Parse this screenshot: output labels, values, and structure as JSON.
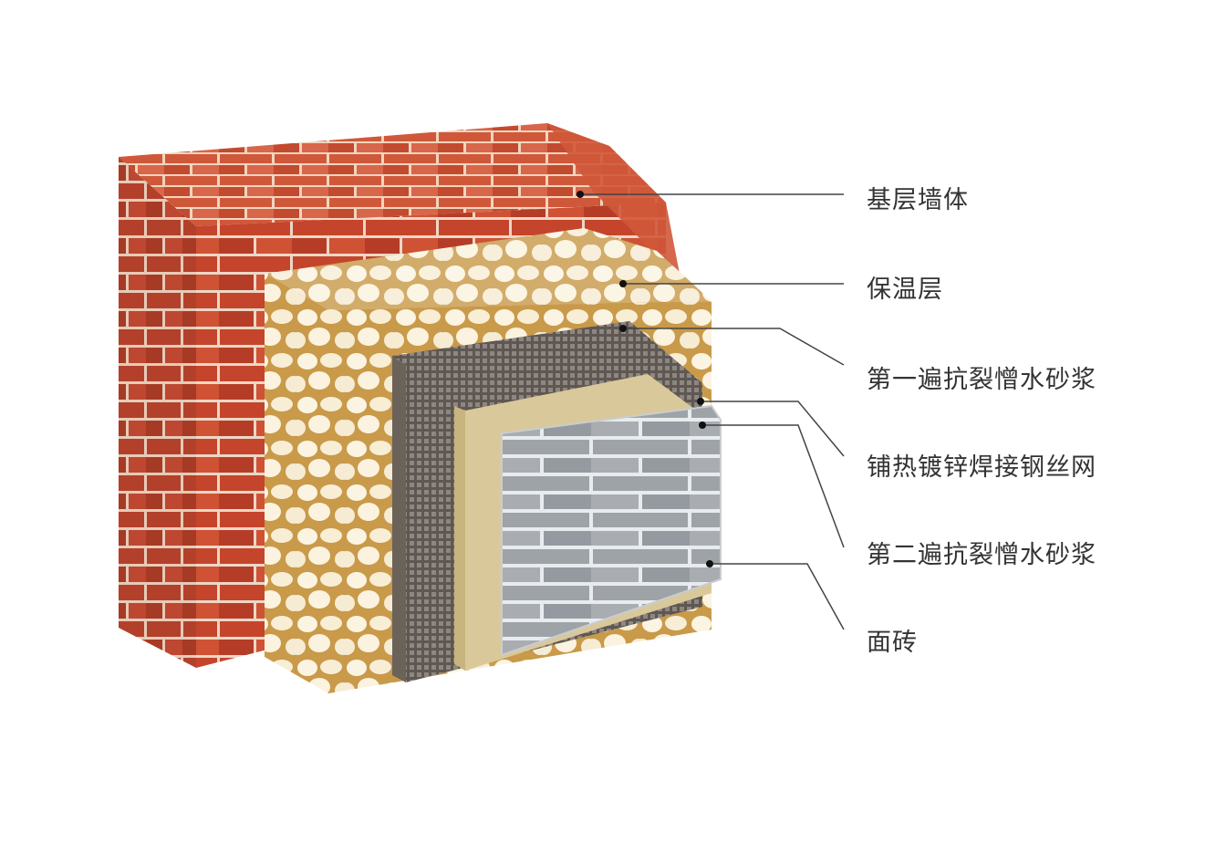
{
  "layers": [
    {
      "id": "base-wall",
      "label": "基层墙体",
      "color": "#c4452b"
    },
    {
      "id": "insulation",
      "label": "保温层",
      "color": "#f3e6c4"
    },
    {
      "id": "mortar-1",
      "label": "第一遍抗裂憎水砂浆",
      "color": "#6b625a"
    },
    {
      "id": "wire-mesh",
      "label": "铺热镀锌焊接钢丝网",
      "color": "#8a8580"
    },
    {
      "id": "mortar-2",
      "label": "第二遍抗裂憎水砂浆",
      "color": "#d9c89a"
    },
    {
      "id": "face-tile",
      "label": "面砖",
      "color": "#9da1a6"
    }
  ]
}
